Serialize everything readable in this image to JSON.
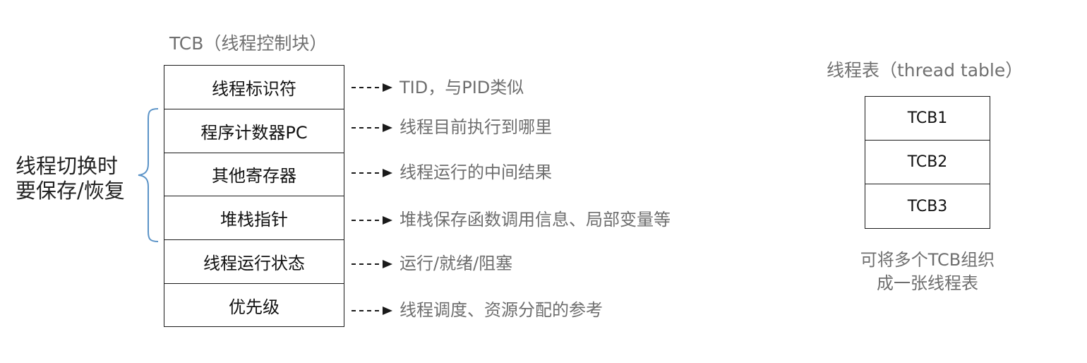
{
  "tcb": {
    "title": "TCB（线程控制块）",
    "rows": [
      {
        "label": "线程标识符",
        "desc": "TID，与PID类似"
      },
      {
        "label": "程序计数器PC",
        "desc": "线程目前执行到哪里"
      },
      {
        "label": "其他寄存器",
        "desc": "线程运行的中间结果"
      },
      {
        "label": "堆栈指针",
        "desc": "堆栈保存函数调用信息、局部变量等"
      },
      {
        "label": "线程运行状态",
        "desc": "运行/就绪/阻塞"
      },
      {
        "label": "优先级",
        "desc": "线程调度、资源分配的参考"
      }
    ]
  },
  "switch_label": {
    "line1": "线程切换时",
    "line2": "要保存/恢复"
  },
  "thread_table": {
    "title": "线程表（thread table）",
    "rows": [
      "TCB1",
      "TCB2",
      "TCB3"
    ],
    "note_line1": "可将多个TCB组织",
    "note_line2": "成一张线程表"
  },
  "colors": {
    "brace": "#5b93c7",
    "border": "#1a1a1a",
    "muted_text": "#6e6e6e"
  }
}
